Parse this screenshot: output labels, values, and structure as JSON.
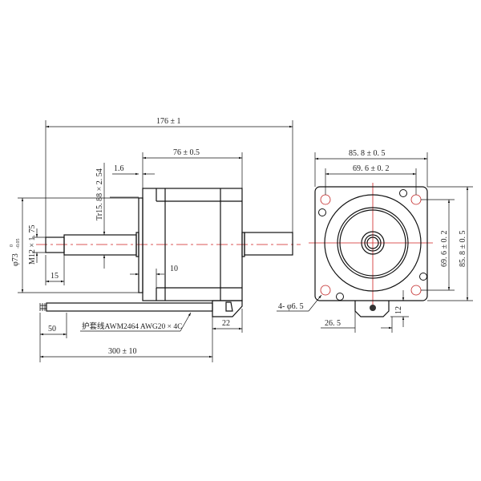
{
  "dimensions": {
    "overall_length": "176 ± 1",
    "body_length": "76 ± 0.5",
    "flange_thickness": "1.6",
    "lead_screw": "Tr15. 88 × 2. 54",
    "boss_diameter": "φ73",
    "boss_tolerance_upper": "0",
    "boss_tolerance_lower": "-0.05",
    "thread": "M12 × 1. 75",
    "thread_length": "15",
    "boss_offset": "10",
    "cable_strip": "50",
    "connector_length": "22",
    "cable_length": "300 ± 10",
    "cable_spec": "护套线AWM2464  AWG20 × 4C",
    "frame_width": "85. 8 ± 0. 5",
    "hole_spacing_h": "69. 6 ± 0. 2",
    "hole_spacing_v": "69. 6 ± 0. 2",
    "frame_height": "85. 8 ± 0. 5",
    "mount_holes": "4- φ6. 5",
    "tab_offset": "26. 5",
    "tab_height": "12"
  },
  "colors": {
    "line": "#111111",
    "centerline": "#d02020"
  }
}
